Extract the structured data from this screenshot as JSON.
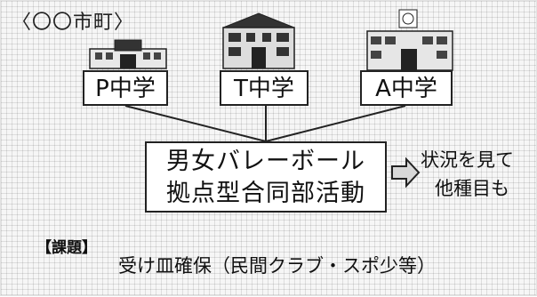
{
  "region": {
    "label": "〈〇〇市町〉"
  },
  "schools": [
    {
      "name": "P中学",
      "icon": "school-building-icon"
    },
    {
      "name": "T中学",
      "icon": "school-building-icon"
    },
    {
      "name": "A中学",
      "icon": "school-building-icon"
    }
  ],
  "activity": {
    "line1": "男女バレーボール",
    "line2": "拠点型合同部活動"
  },
  "next": {
    "line1": "状況を見て",
    "line2": "他種目も"
  },
  "issue": {
    "label": "【課題】",
    "text": "受け皿確保（民間クラブ・スポ少等）"
  },
  "colors": {
    "line": "#222222",
    "arrow_fill": "#d8d8d8",
    "grid_background": "#f6f6f6"
  }
}
